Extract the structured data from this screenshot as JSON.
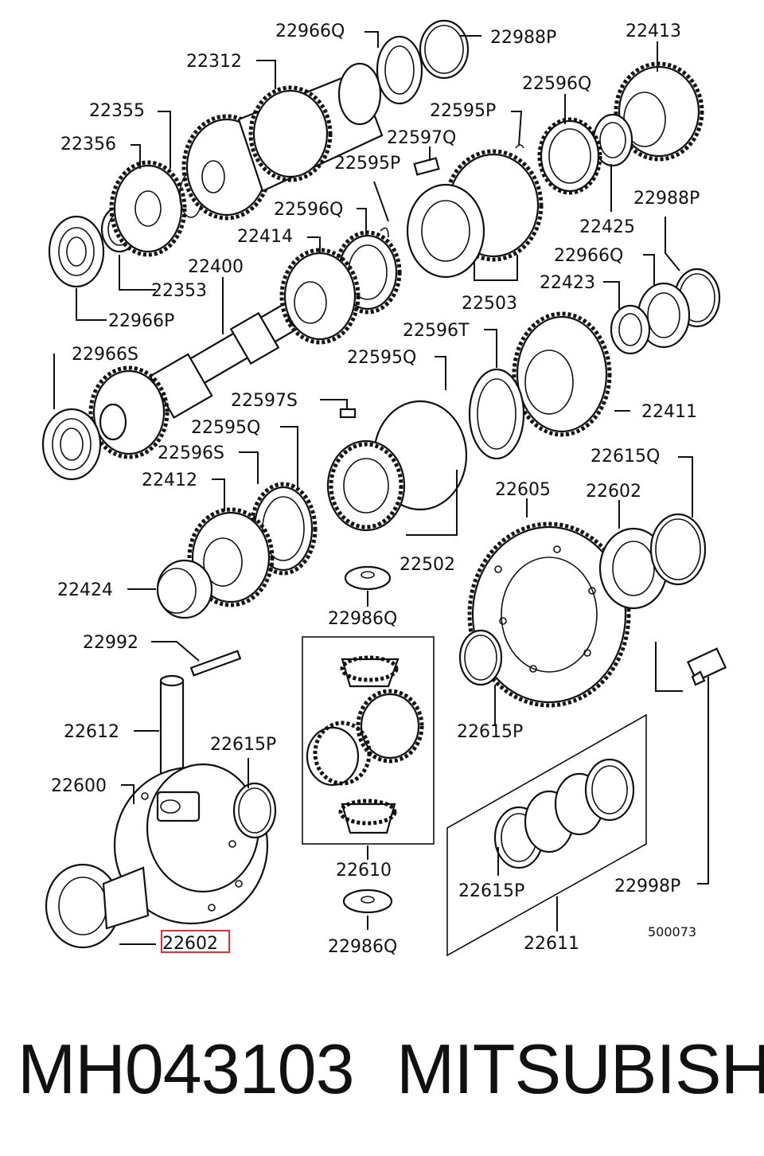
{
  "diagram": {
    "callouts": {
      "c22966Q_top": "22966Q",
      "c22988P_top": "22988P",
      "c22413": "22413",
      "c22312": "22312",
      "c22596Q_right": "22596Q",
      "c22355": "22355",
      "c22595P_right": "22595P",
      "c22356": "22356",
      "c22597Q": "22597Q",
      "c22595P_mid": "22595P",
      "c22425": "22425",
      "c22596Q_mid": "22596Q",
      "c22988P_right": "22988P",
      "c22414": "22414",
      "c22400": "22400",
      "c22966Q_right": "22966Q",
      "c22353": "22353",
      "c22423": "22423",
      "c22503": "22503",
      "c22966P": "22966P",
      "c22596T": "22596T",
      "c22966S": "22966S",
      "c22595Q_right": "22595Q",
      "c22597S": "22597S",
      "c22411": "22411",
      "c22595Q_left": "22595Q",
      "c22596S": "22596S",
      "c22615Q": "22615Q",
      "c22412": "22412",
      "c22605": "22605",
      "c22602_right": "22602",
      "c22502": "22502",
      "c22424": "22424",
      "c22986Q_top": "22986Q",
      "c22992": "22992",
      "c22612": "22612",
      "c22615P_left": "22615P",
      "c22615P_right": "22615P",
      "c22600": "22600",
      "c22610": "22610",
      "c22615P_kit": "22615P",
      "c22998P": "22998P",
      "c22602_highlight": "22602",
      "c22986Q_bottom": "22986Q",
      "c22611": "22611"
    },
    "diagram_code": "500073",
    "highlight_color": "#e0303a"
  },
  "caption": {
    "part_number": "MH043103",
    "brand": "MITSUBISHI"
  }
}
